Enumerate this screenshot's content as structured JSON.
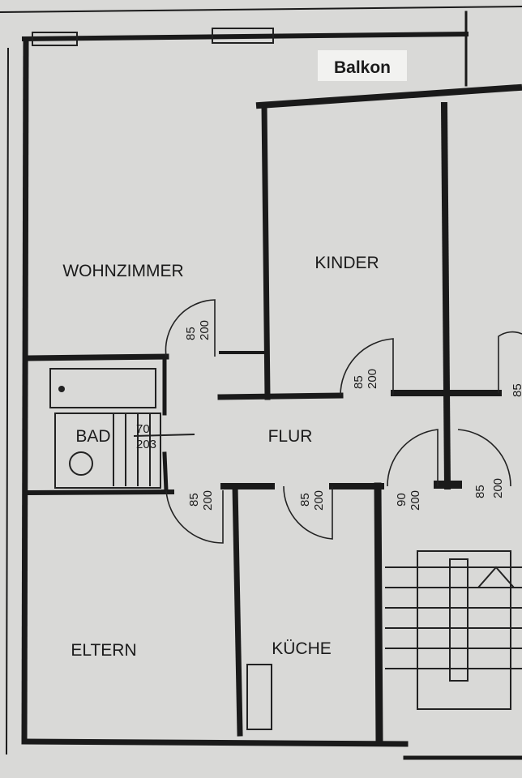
{
  "plan": {
    "rooms": {
      "balkon": "Balkon",
      "wohnzimmer": "WOHNZIMMER",
      "kinder": "KINDER",
      "bad": "BAD",
      "flur": "FLUR",
      "eltern": "ELTERN",
      "kueche": "KÜCHE"
    },
    "doors": [
      {
        "width": "85",
        "height": "200"
      },
      {
        "width": "85",
        "height": "200"
      },
      {
        "width": "70",
        "height": "203"
      },
      {
        "width": "85",
        "height": "200"
      },
      {
        "width": "85",
        "height": "200"
      },
      {
        "width": "90",
        "height": "200"
      },
      {
        "width": "85",
        "height": "200"
      },
      {
        "width": "85",
        "height": ""
      }
    ]
  }
}
